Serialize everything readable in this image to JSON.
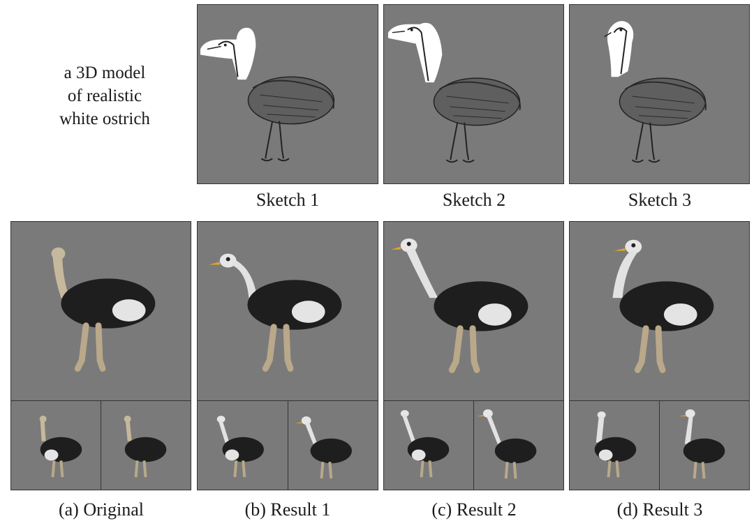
{
  "prompt_lines": [
    "a 3D model",
    "of realistic",
    "white ostrich"
  ],
  "sketch_labels": [
    "Sketch 1",
    "Sketch 2",
    "Sketch 3"
  ],
  "result_labels": [
    "(a) Original",
    "(b) Result 1",
    "(c) Result 2",
    "(d) Result 3"
  ],
  "colors": {
    "background_panel": "#7a7a7a",
    "body_black": "#1e1e1e",
    "tail_white": "#e4e4e4",
    "leg_tan": "#b9a98a",
    "neck_original": "#c6b89c",
    "neck_white": "#e2e2e2",
    "beak": "#e2a52a",
    "sketch_white": "#ffffff"
  }
}
